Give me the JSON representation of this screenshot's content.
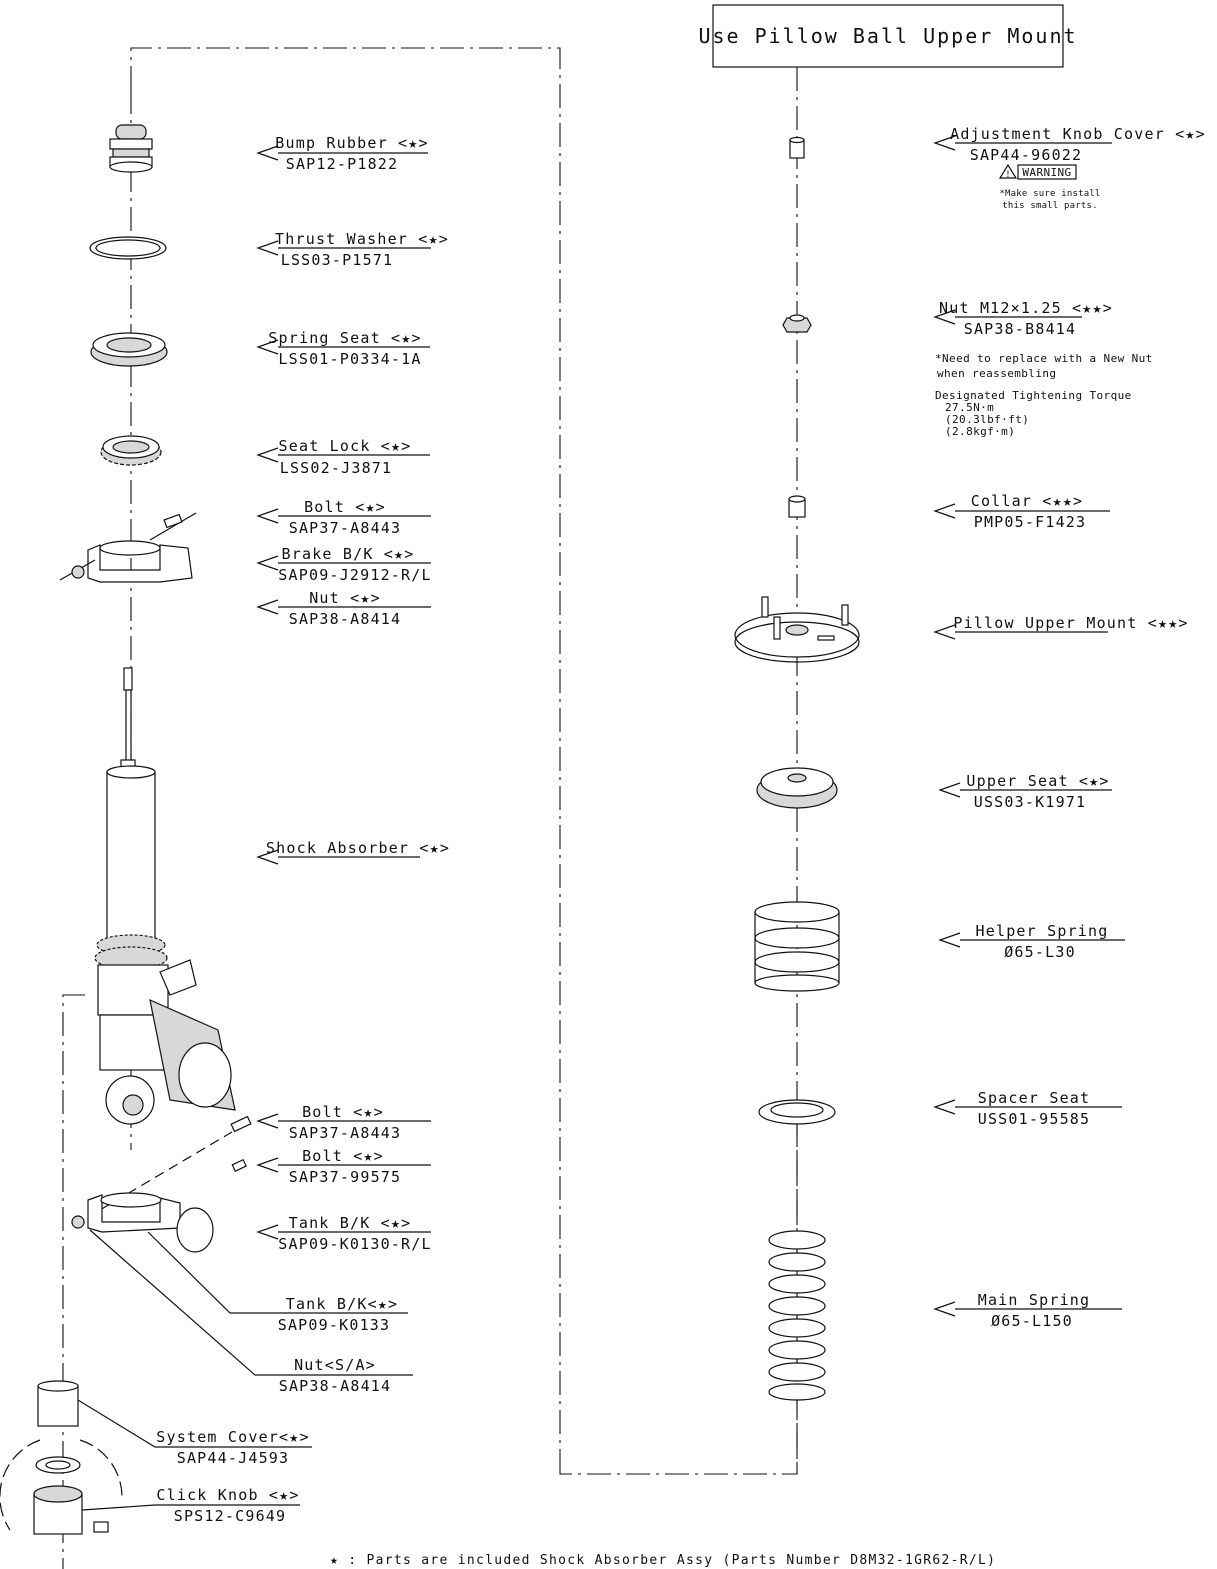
{
  "header": {
    "title": "Use Pillow Ball Upper Mount"
  },
  "left_parts": [
    {
      "name": "Bump Rubber <★>",
      "number": "SAP12-P1822"
    },
    {
      "name": "Thrust Washer <★>",
      "number": "LSS03-P1571"
    },
    {
      "name": "Spring Seat <★>",
      "number": "LSS01-P0334-1A"
    },
    {
      "name": "Seat Lock <★>",
      "number": "LSS02-J3871"
    },
    {
      "name": "Bolt <★>",
      "number": "SAP37-A8443"
    },
    {
      "name": "Brake B/K <★>",
      "number": "SAP09-J2912-R/L"
    },
    {
      "name": "Nut <★>",
      "number": "SAP38-A8414"
    },
    {
      "name": "Shock Absorber <★>",
      "number": ""
    },
    {
      "name": "Bolt <★>",
      "number": "SAP37-A8443"
    },
    {
      "name": "Bolt <★>",
      "number": "SAP37-99575"
    },
    {
      "name": "Tank B/K <★>",
      "number": "SAP09-K0130-R/L"
    },
    {
      "name": "Tank B/K<★>",
      "number": "SAP09-K0133"
    },
    {
      "name": "Nut<S/A>",
      "number": "SAP38-A8414"
    },
    {
      "name": "System Cover<★>",
      "number": "SAP44-J4593"
    },
    {
      "name": "Click Knob <★>",
      "number": "SPS12-C9649"
    }
  ],
  "right_parts": [
    {
      "name": "Adjustment Knob Cover <★>",
      "number": "SAP44-96022"
    },
    {
      "name": "Nut M12×1.25 <★★>",
      "number": "SAP38-B8414"
    },
    {
      "name": "Collar <★★>",
      "number": "PMP05-F1423"
    },
    {
      "name": "Pillow Upper Mount <★★>",
      "number": ""
    },
    {
      "name": "Upper Seat <★>",
      "number": "USS03-K1971"
    },
    {
      "name": "Helper Spring",
      "number": "Ø65-L30"
    },
    {
      "name": "Spacer Seat",
      "number": "USS01-95585"
    },
    {
      "name": "Main Spring",
      "number": "Ø65-L150"
    }
  ],
  "notes": {
    "warning": "WARNING",
    "knob_note_1": "*Make sure install",
    "knob_note_2": "this small parts.",
    "nut_note_1": "*Need to replace with a New Nut",
    "nut_note_2": "when reassembling",
    "torque_title": "Designated Tightening Torque",
    "torque_1": "27.5N·m",
    "torque_2": "(20.3lbf·ft)",
    "torque_3": "(2.8kgf·m)"
  },
  "footer": {
    "text": "★ : Parts are included Shock Absorber Assy (Parts Number D8M32-1GR62-R/L)"
  },
  "icons": [
    "warning-triangle-icon",
    "star-icon"
  ]
}
